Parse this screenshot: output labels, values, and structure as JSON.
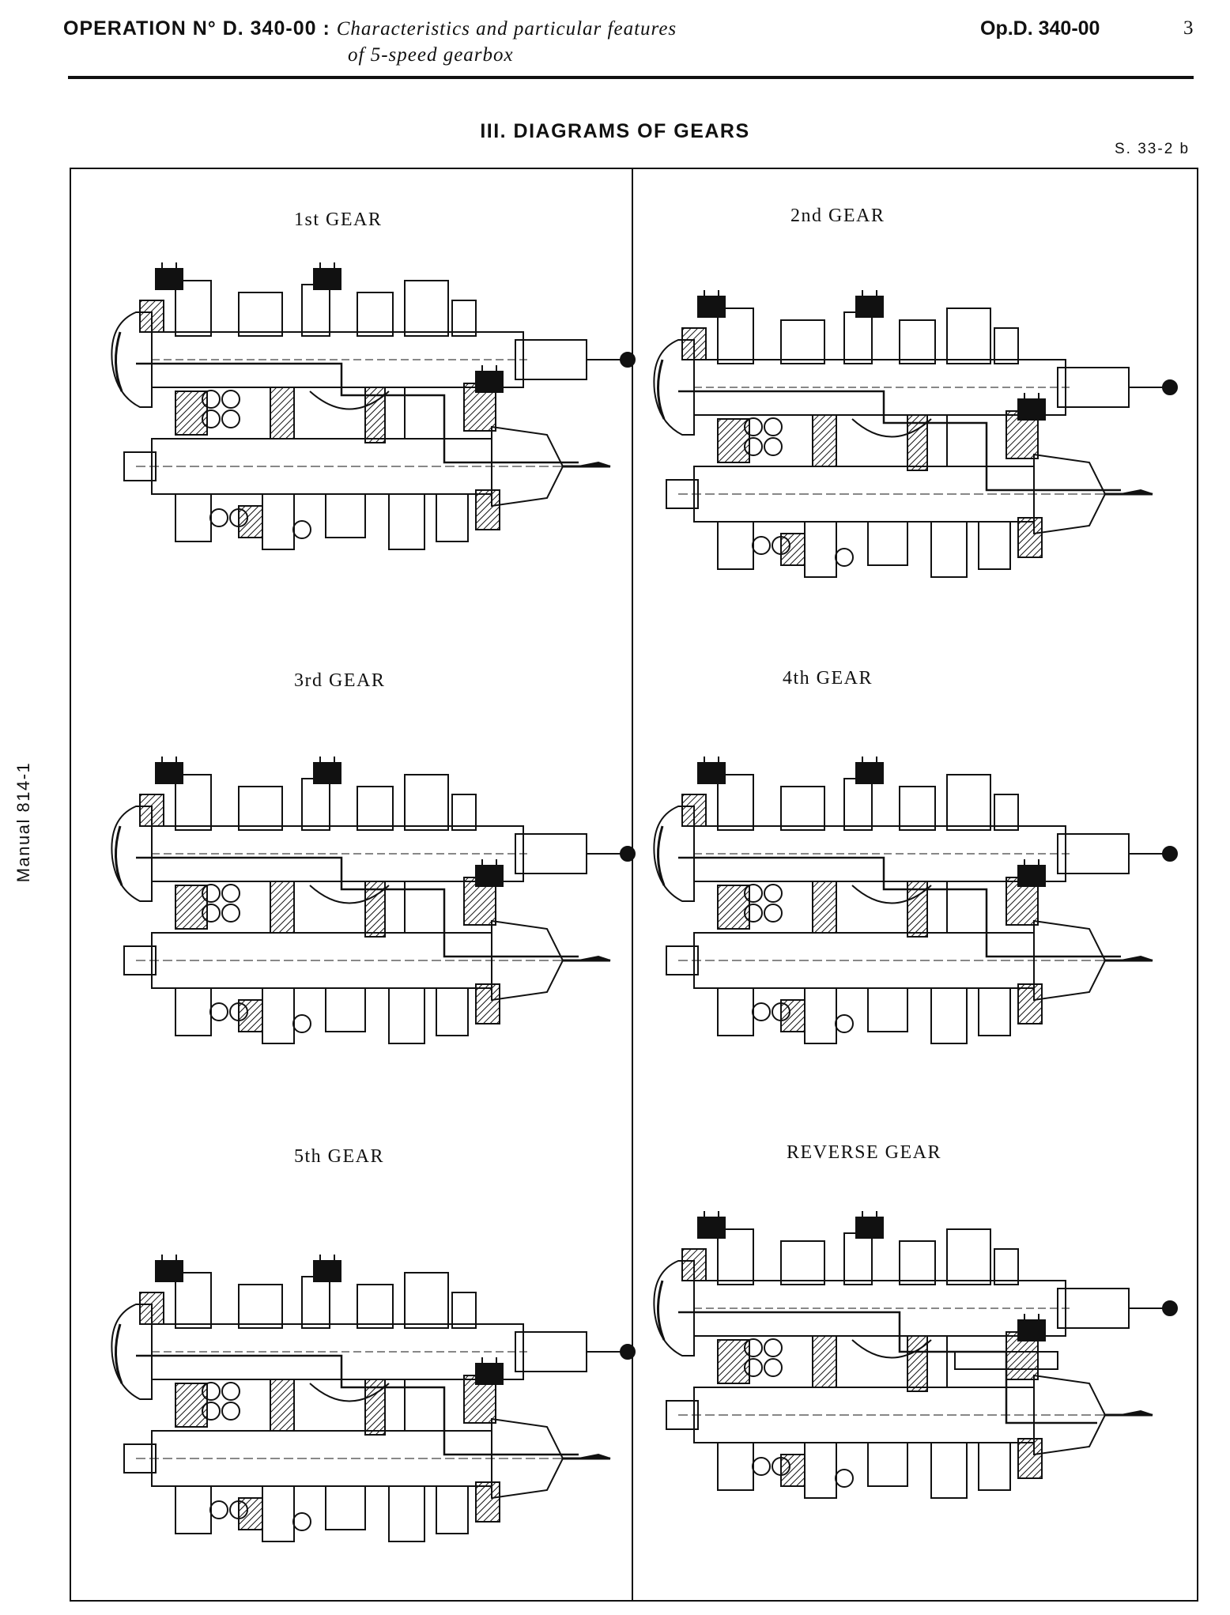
{
  "header": {
    "operation_label": "OPERATION N° D. 340-00 :",
    "title_line1": "Characteristics and particular features",
    "title_line2": "of 5-speed gearbox",
    "op_code": "Op.D. 340-00",
    "page_number": "3"
  },
  "section": {
    "title": "III. DIAGRAMS OF GEARS",
    "reference": "S. 33-2 b"
  },
  "side_label": "Manual 814-1",
  "diagrams": [
    {
      "label": "1st GEAR"
    },
    {
      "label": "2nd GEAR"
    },
    {
      "label": "3rd GEAR"
    },
    {
      "label": "4th GEAR"
    },
    {
      "label": "5th GEAR"
    },
    {
      "label": "REVERSE GEAR"
    }
  ]
}
